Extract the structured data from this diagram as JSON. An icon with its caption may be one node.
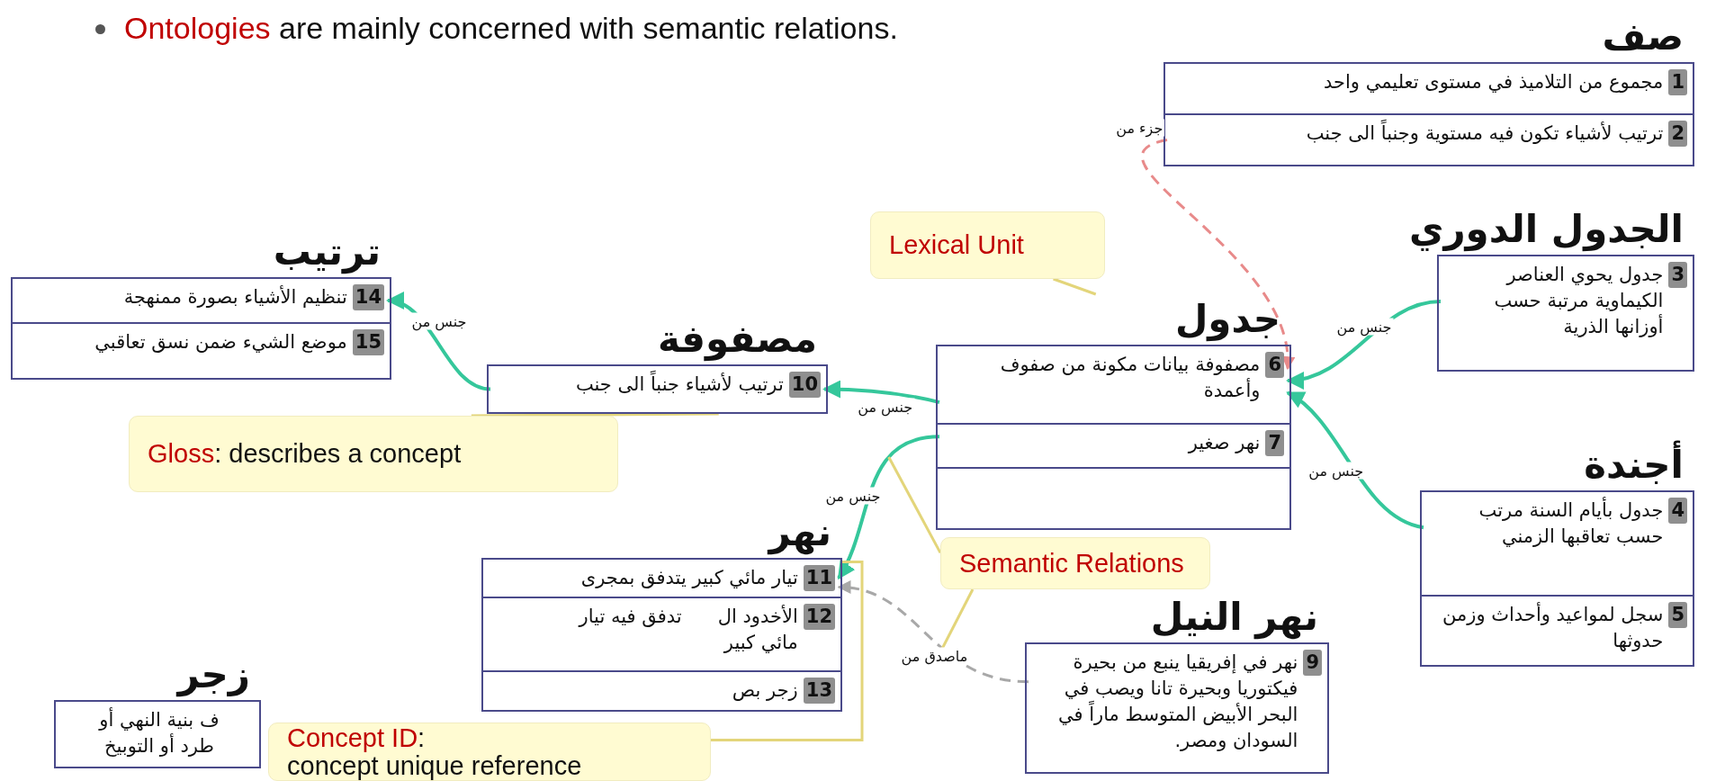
{
  "diagram": {
    "title": "Ontologies are mainly concerned with semantic relations.",
    "nodes": [
      {
        "text": [
          "صف"
        ]
      },
      {
        "text": [
          "1",
          "مجموع من التلاميذ في مستوى تعليمي واحد"
        ],
        "in": 0
      },
      {
        "text": [
          "2",
          "ترتيب لأشياء تكون فيه مستوية وجنباً الى جنب"
        ],
        "in": 0
      },
      {
        "text": [
          "Lexical Unit"
        ]
      },
      {
        "text": [
          "ترتيب"
        ]
      },
      {
        "text": [
          "14",
          "تنظيم الأشياء بصورة ممنهجة"
        ],
        "in": 4
      },
      {
        "text": [
          "15",
          "موضع الشيء ضمن نسق تعاقبي"
        ],
        "in": 4
      },
      {
        "text": [
          "مصفوفة"
        ]
      },
      {
        "text": [
          "10",
          "ترتيب لأشياء جنباً الى جنب"
        ],
        "in": 7
      },
      {
        "text": [
          "جدول"
        ]
      },
      {
        "text": [
          "6",
          "مصفوفة بيانات مكونة من صفوف وأعمدة"
        ],
        "in": 9
      },
      {
        "text": [
          "7",
          "نهر صغير"
        ],
        "in": 9
      },
      {
        "text": [],
        "shape": "box",
        "in": 9
      },
      {
        "text": [
          "الجدول الدوري"
        ]
      },
      {
        "text": [
          "3",
          "جدول يحوي العناصر الكيماوية مرتبة حسب أوزانها الذرية"
        ],
        "in": 13
      },
      {
        "text": [
          "Gloss: describes a concept"
        ]
      },
      {
        "text": [
          "أجندة"
        ]
      },
      {
        "text": [
          "4",
          "جدول بأيام السنة مرتب حسب تعاقبها الزمني"
        ],
        "in": 16
      },
      {
        "text": [
          "5",
          "سجل لمواعيد وأحداث وزمن حدوثها"
        ],
        "in": 16
      },
      {
        "text": [
          "Semantic Relations"
        ]
      },
      {
        "text": [
          "نهر"
        ]
      },
      {
        "text": [
          "11",
          "تيار مائي كبير يتدفق بمجرى"
        ],
        "in": 20
      },
      {
        "text": [
          "12",
          "الأخدود ال",
          "تدفق فيه تيار",
          "مائي كبير"
        ],
        "in": 20
      },
      {
        "text": [
          "13",
          "زجر بص"
        ],
        "in": 20
      },
      {
        "text": [
          "نهر النيل"
        ]
      },
      {
        "text": [
          "9",
          "نهر في إفريقيا ينبع من بحيرة فيكتوريا وبحيرة تانا ويصب في البحر الأبيض المتوسط ماراً في السودان ومصر."
        ],
        "in": 24
      },
      {
        "text": [
          "زجر"
        ]
      },
      {
        "text": [
          "ف بنية النهي أو",
          "طرد أو التوبيخ"
        ],
        "in": 26
      },
      {
        "text": [
          "Concept ID:",
          "concept unique reference"
        ]
      }
    ],
    "edges": [
      {
        "from": 2,
        "to": 10,
        "arrow": "to",
        "label": "جزء من",
        "style": "dashed",
        "color": "#e88a8a"
      },
      {
        "from": 14,
        "to": 10,
        "arrow": "to",
        "label": "جنس من"
      },
      {
        "from": 17,
        "to": 10,
        "arrow": "to",
        "label": "جنس من"
      },
      {
        "from": 10,
        "to": 8,
        "arrow": "to",
        "label": "جنس من"
      },
      {
        "from": 8,
        "to": 5,
        "arrow": "to",
        "label": "جنس من"
      },
      {
        "from": 11,
        "to": 21,
        "arrow": "to",
        "label": "جنس من"
      },
      {
        "from": 25,
        "to": 21,
        "arrow": "to",
        "label": "ماصدق من",
        "style": "dashed",
        "color": "#a8a8a8"
      },
      {
        "from": 3,
        "to": 9,
        "arrow": "none",
        "color": "#e3d57a"
      },
      {
        "from": 15,
        "to": 8,
        "arrow": "none",
        "color": "#e3d57a"
      },
      {
        "from": 19,
        "to": null,
        "arrow": "none",
        "color": "#e3d57a"
      },
      {
        "from": 19,
        "to": null,
        "arrow": "none",
        "color": "#e3d57a"
      },
      {
        "from": 28,
        "to": 21,
        "arrow": "none",
        "color": "#e3d57a"
      }
    ]
  }
}
